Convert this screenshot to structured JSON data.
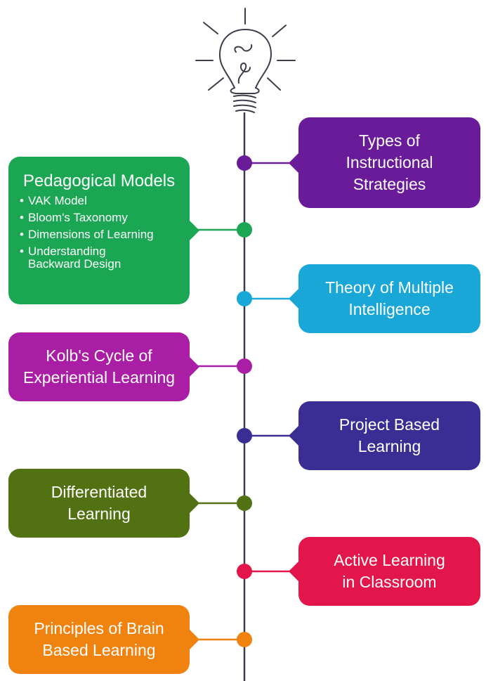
{
  "colors": {
    "line": "#3c3c4a",
    "purple": "#6a1b9a",
    "green": "#1aa653",
    "blue": "#19a7d8",
    "magenta": "#aa1ea5",
    "indigo": "#3a2e95",
    "olive": "#527112",
    "red": "#e2164a",
    "orange": "#f0830f"
  },
  "icons": {
    "top": "lightbulb-icon"
  },
  "items": [
    {
      "id": "types",
      "label": "Types of\nInstructional\nStrategies",
      "color": "#6a1b9a"
    },
    {
      "id": "models",
      "label": "Pedagogical Models",
      "color": "#1aa653",
      "bullets": [
        "VAK Model",
        "Bloom's Taxonomy",
        "Dimensions of Learning",
        "Understanding\nBackward Design"
      ]
    },
    {
      "id": "mi",
      "label": "Theory of Multiple\nIntelligence",
      "color": "#19a7d8"
    },
    {
      "id": "kolb",
      "label": "Kolb's Cycle of\nExperiential Learning",
      "color": "#aa1ea5"
    },
    {
      "id": "pbl",
      "label": "Project Based\nLearning",
      "color": "#3a2e95"
    },
    {
      "id": "diff",
      "label": "Differentiated\nLearning",
      "color": "#527112"
    },
    {
      "id": "active",
      "label": "Active Learning\nin Classroom",
      "color": "#e2164a"
    },
    {
      "id": "brain",
      "label": "Principles of Brain\nBased Learning",
      "color": "#f0830f"
    }
  ]
}
